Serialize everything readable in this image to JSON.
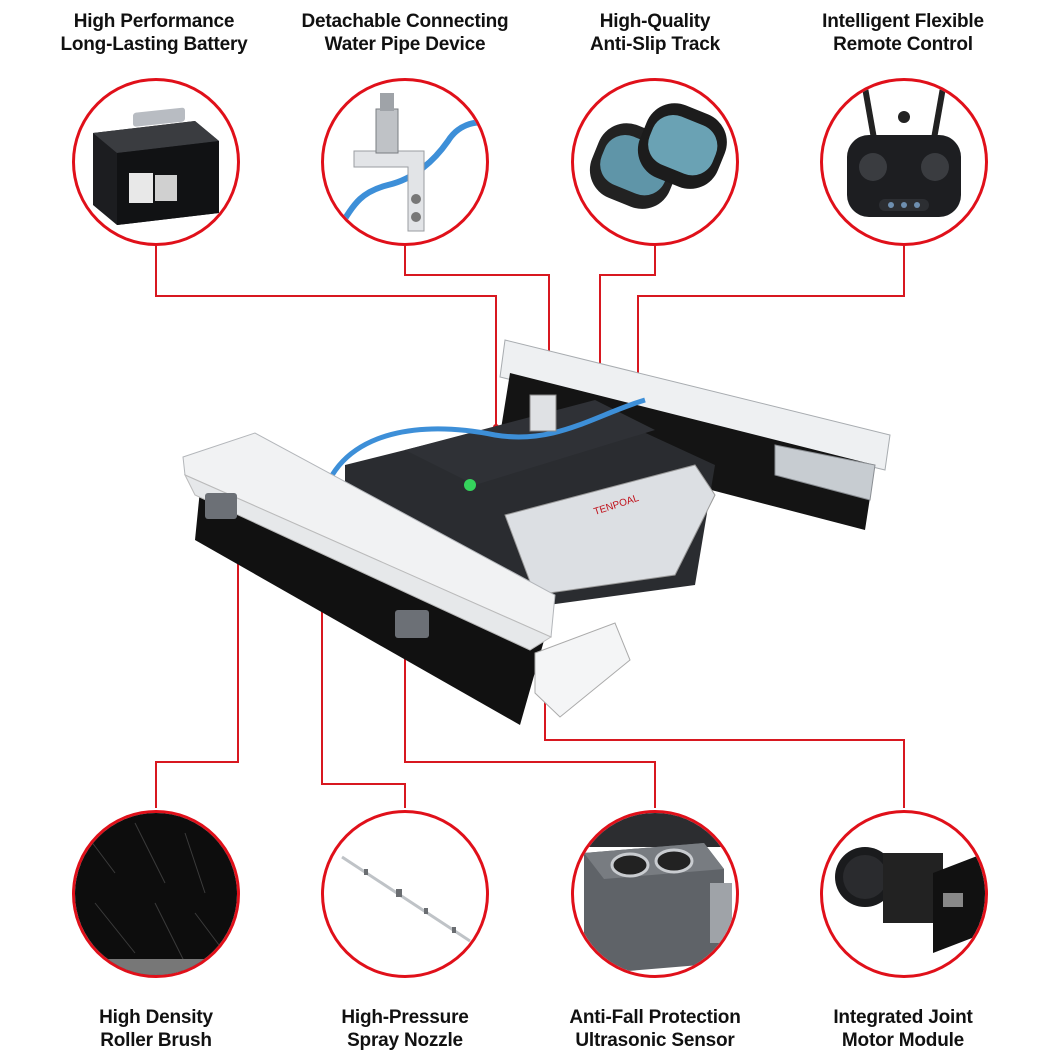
{
  "features_top": [
    {
      "line1": "High Performance",
      "line2": "Long-Lasting Battery",
      "icon": "battery"
    },
    {
      "line1": "Detachable Connecting",
      "line2": "Water Pipe Device",
      "icon": "water-pipe"
    },
    {
      "line1": "High-Quality",
      "line2": "Anti-Slip Track",
      "icon": "track"
    },
    {
      "line1": "Intelligent Flexible",
      "line2": "Remote Control",
      "icon": "remote-control"
    }
  ],
  "features_bottom": [
    {
      "line1": "High Density",
      "line2": "Roller Brush",
      "icon": "roller-brush"
    },
    {
      "line1": "High-Pressure",
      "line2": "Spray Nozzle",
      "icon": "spray-nozzle"
    },
    {
      "line1": "Anti-Fall Protection",
      "line2": "Ultrasonic Sensor",
      "icon": "ultrasonic-sensor"
    },
    {
      "line1": "Integrated Joint",
      "line2": "Motor Module",
      "icon": "motor-module"
    }
  ],
  "robot_brand": "TENPOAL",
  "colors": {
    "accent": "#e0101a",
    "line": "#d81820",
    "chassis": "#2a2c30",
    "panel": "#f2f3f4"
  }
}
